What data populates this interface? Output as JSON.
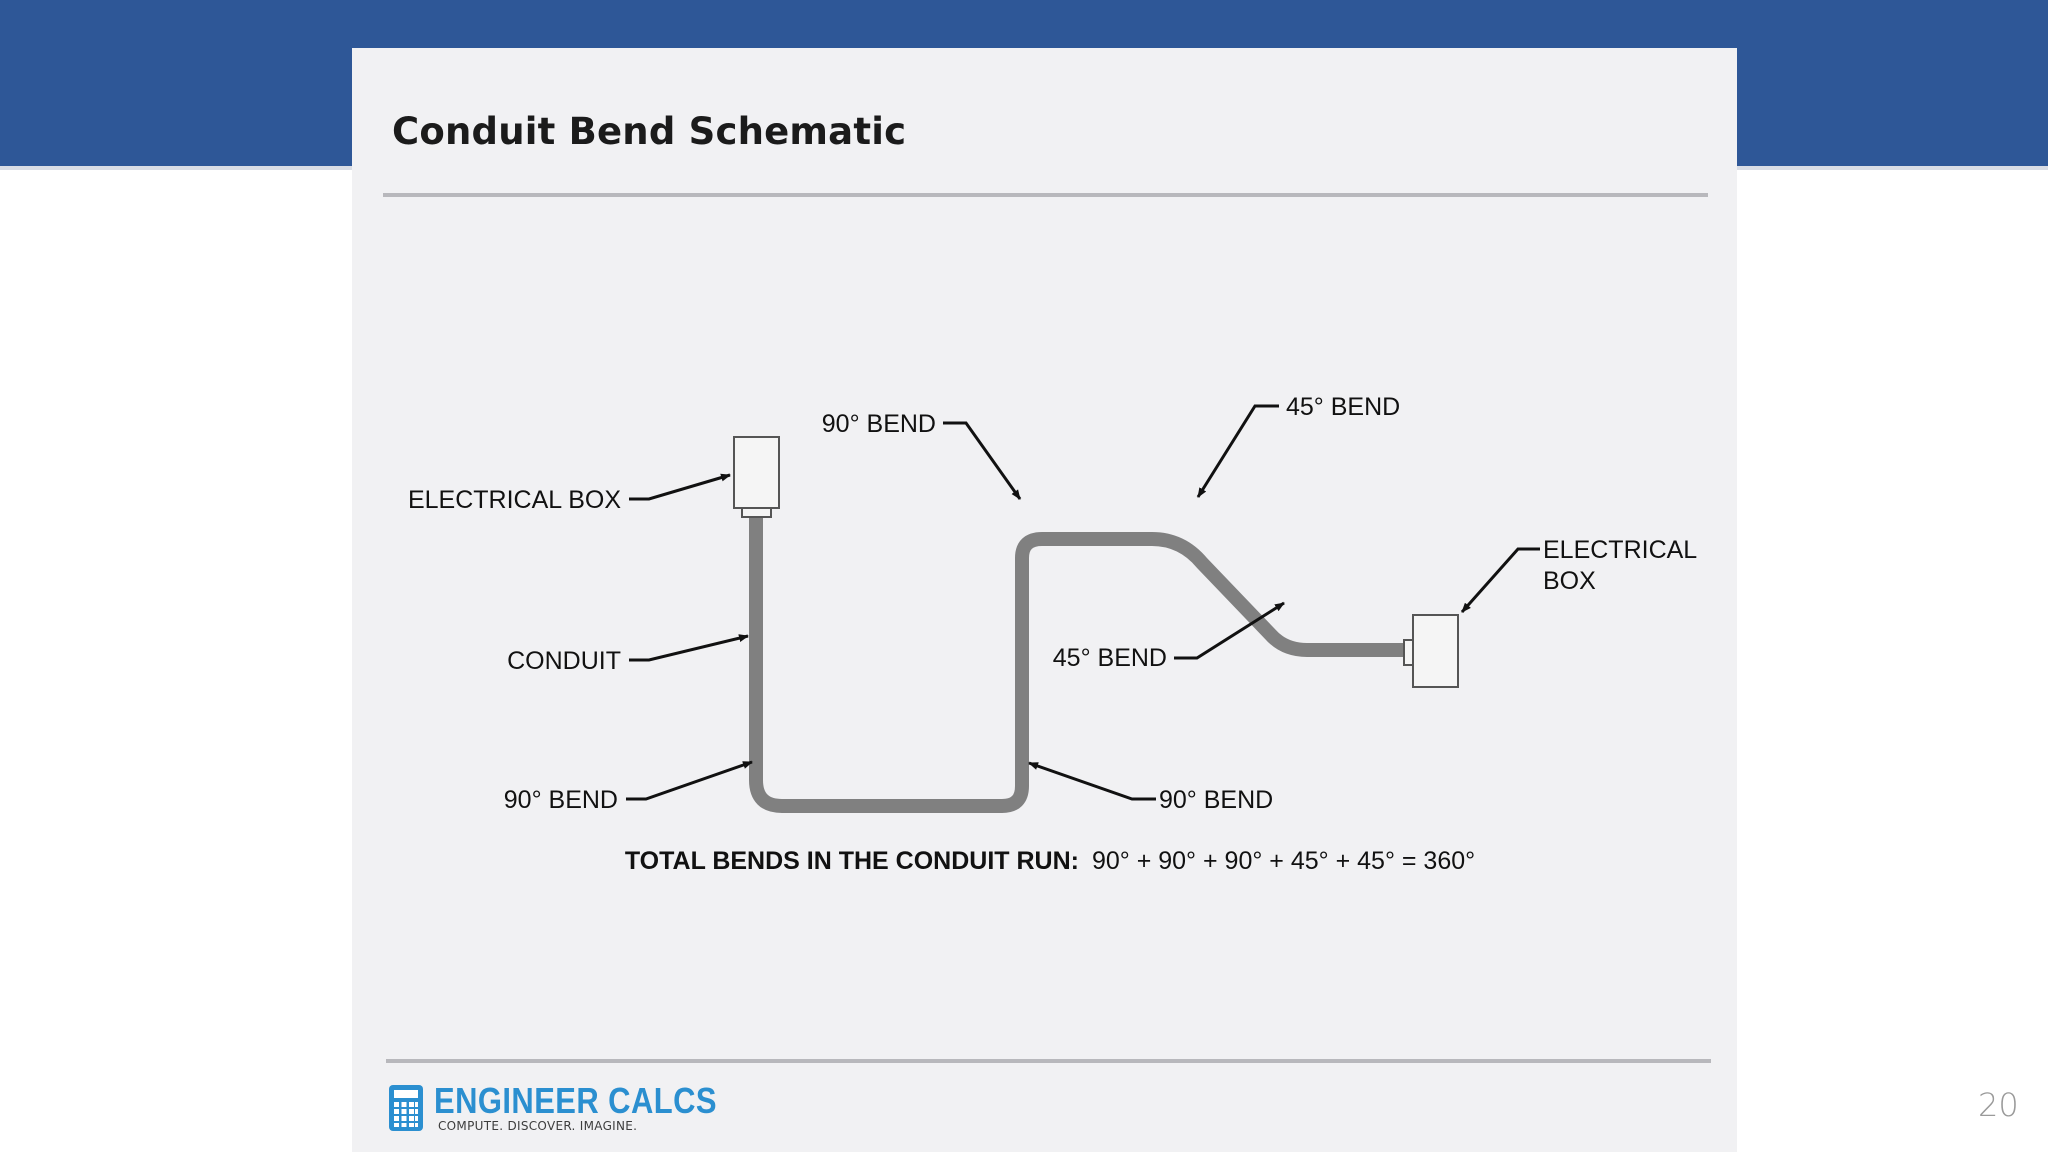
{
  "slide": {
    "title": "Conduit Bend Schematic",
    "page_number": "20"
  },
  "diagram": {
    "labels": {
      "box_left": "ELECTRICAL BOX",
      "conduit": "CONDUIT",
      "bend_bottom_left": "90° BEND",
      "bend_top_left": "90° BEND",
      "bend_top_right": "45° BEND",
      "bend_mid": "45° BEND",
      "bend_bottom_right": "90° BEND",
      "box_right_line1": "ELECTRICAL",
      "box_right_line2": "BOX"
    },
    "total": {
      "label": "TOTAL BENDS IN THE CONDUIT RUN:",
      "value": "90° + 90° + 90° + 45° + 45° = 360°"
    }
  },
  "logo": {
    "name": "ENGINEER CALCS",
    "tagline": "COMPUTE. DISCOVER. IMAGINE."
  },
  "colors": {
    "header_band": "#2e5797",
    "card_background": "#f1f1f3",
    "conduit": "#808080",
    "logo_blue": "#2b8fd0"
  }
}
